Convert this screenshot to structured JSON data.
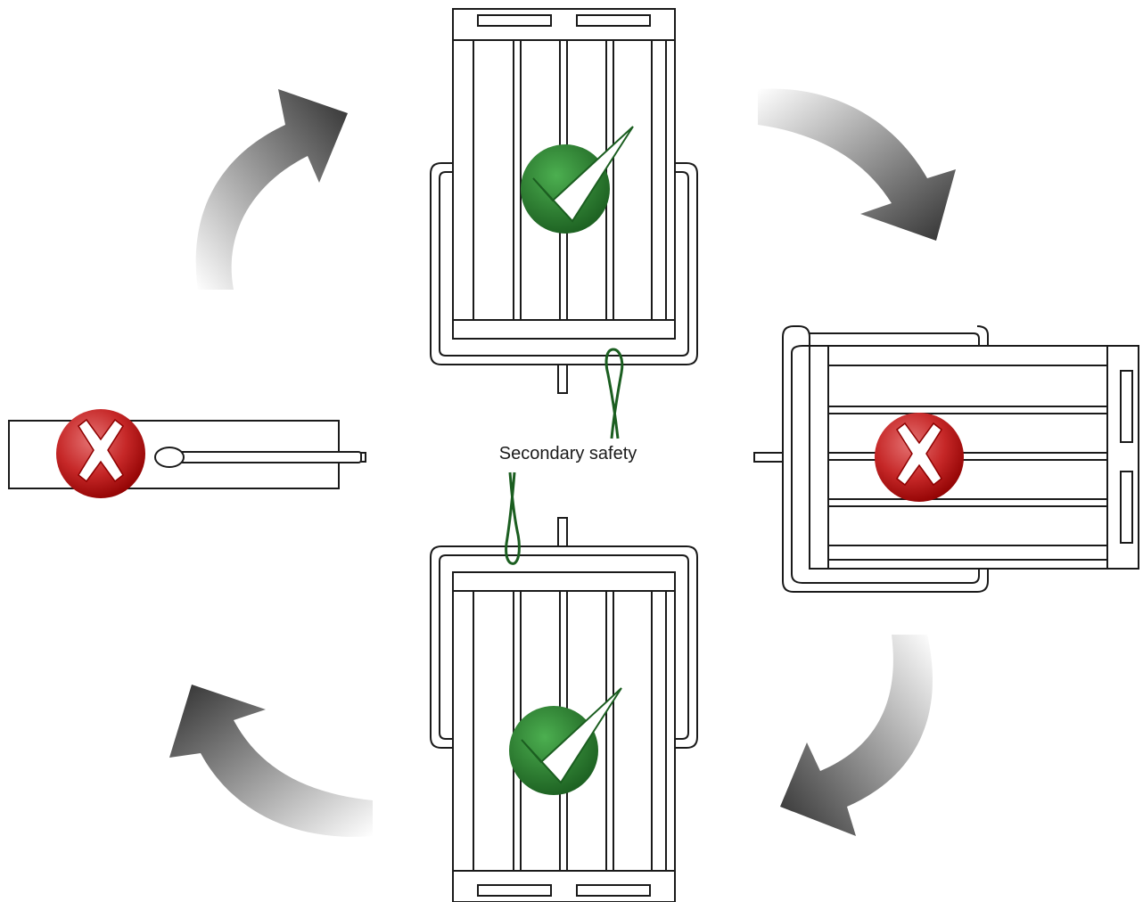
{
  "diagram": {
    "label": "Secondary safety",
    "positions": [
      {
        "orientation": "top",
        "status": "ok"
      },
      {
        "orientation": "right",
        "status": "not-ok"
      },
      {
        "orientation": "bottom",
        "status": "ok"
      },
      {
        "orientation": "left",
        "status": "not-ok"
      }
    ],
    "colors": {
      "ok": "#2e7d32",
      "not_ok": "#b71c1c",
      "cable": "#1b5e20",
      "arrow": "#3a3a3a",
      "line": "#1a1a1a"
    },
    "icons": [
      "check-icon",
      "cross-icon",
      "rotation-arrow-icon"
    ]
  }
}
